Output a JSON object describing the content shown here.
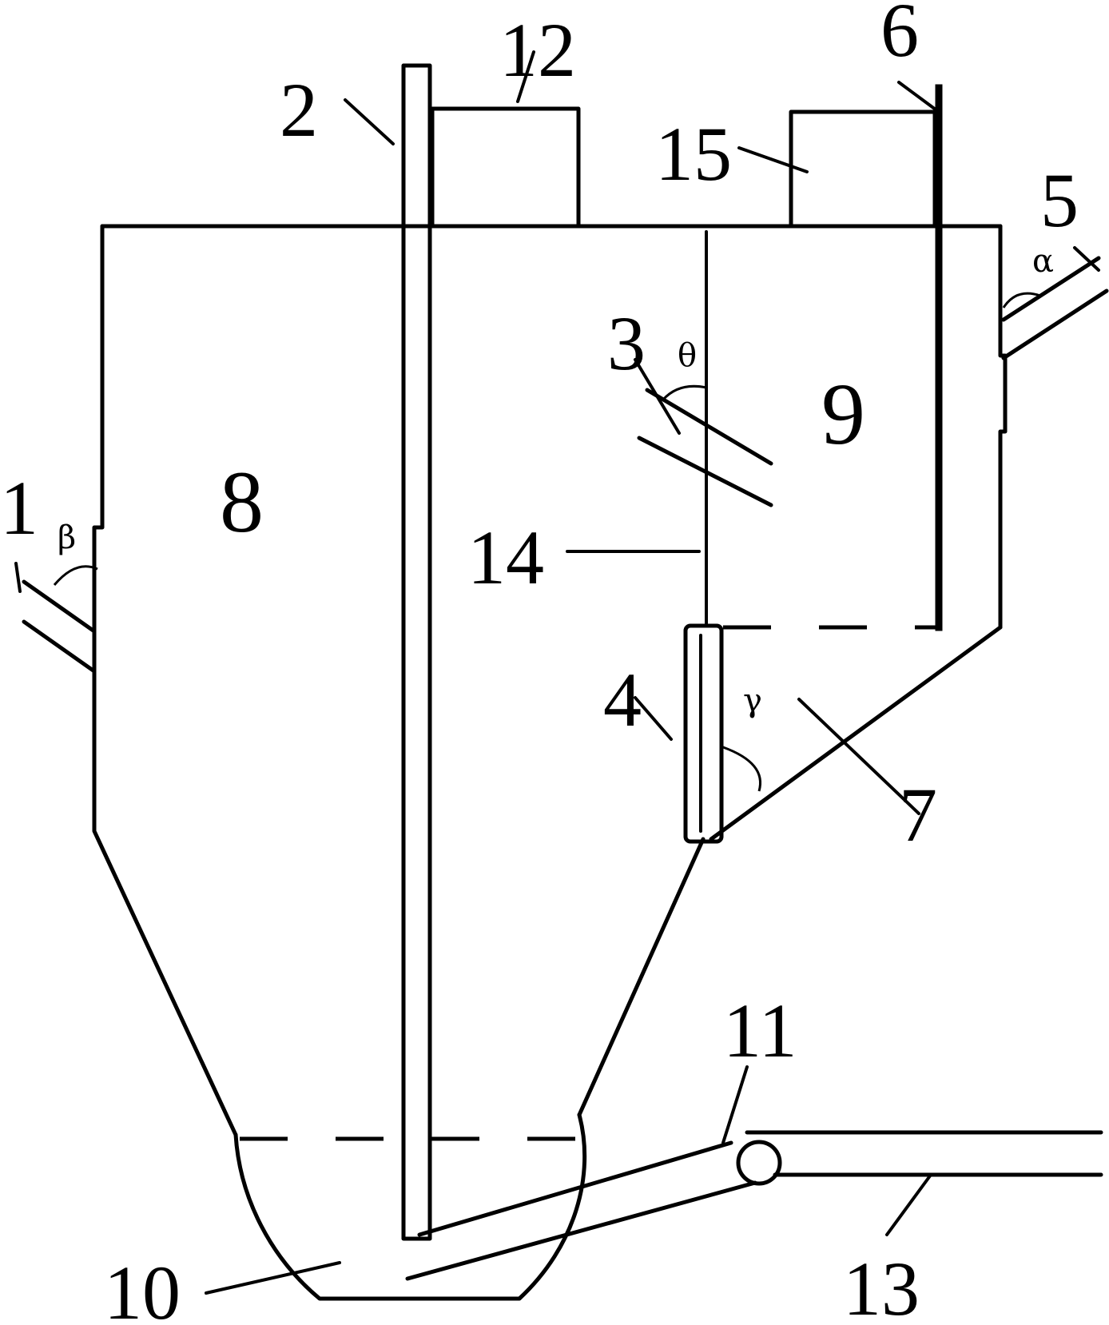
{
  "labels": {
    "l1": "1",
    "l2": "2",
    "l3": "3",
    "l4": "4",
    "l5": "5",
    "l6": "6",
    "l7": "7",
    "l8": "8",
    "l9": "9",
    "l10": "10",
    "l11": "11",
    "l12": "12",
    "l13": "13",
    "l14": "14",
    "l15": "15"
  },
  "angles": {
    "alpha": "α",
    "beta": "β",
    "theta": "θ",
    "gamma": "γ"
  }
}
